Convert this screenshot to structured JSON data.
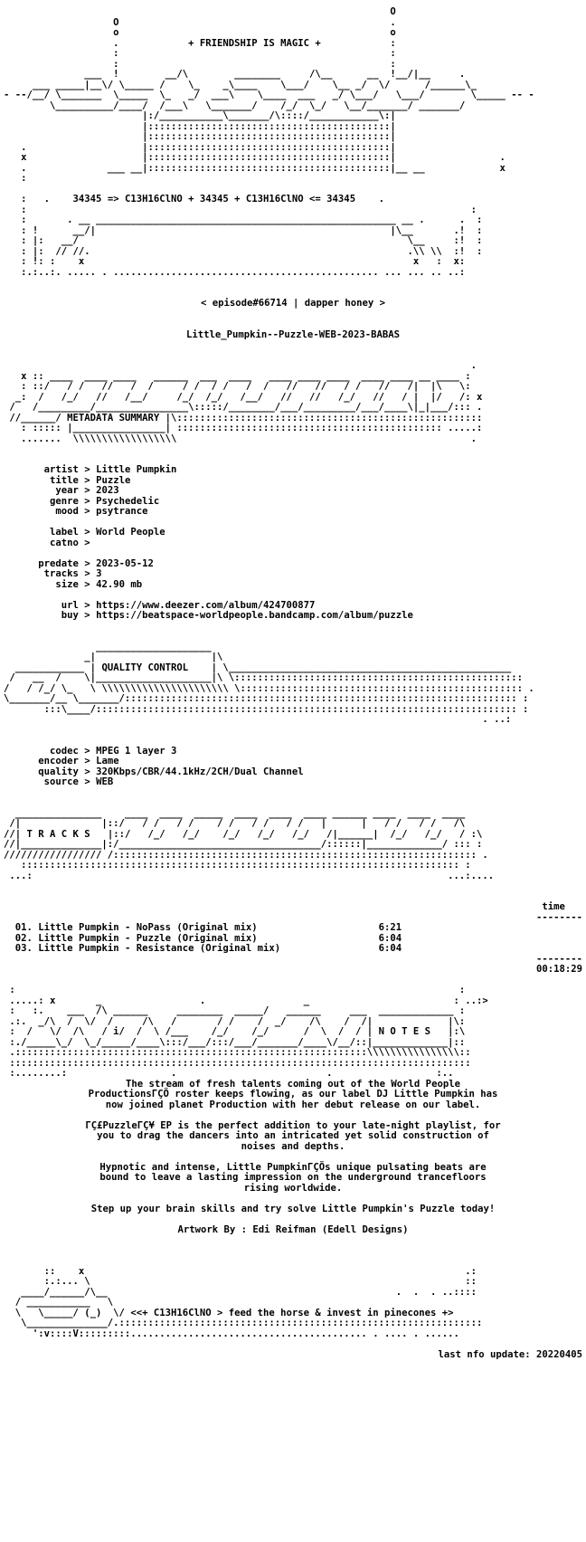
{
  "header": {
    "slogan": "+ FRIENDSHIP IS MAGIC +",
    "formula": "34345 => C13H16ClNO + 34345 + C13H16ClNO <= 34345",
    "episode": "< episode#66714 | dapper honey >",
    "release": "Little_Pumpkin--Puzzle-WEB-2023-BABAS"
  },
  "metadata": {
    "heading": "METADATA SUMMARY",
    "fields": [
      {
        "key": "artist",
        "value": "Little Pumpkin"
      },
      {
        "key": "title",
        "value": "Puzzle"
      },
      {
        "key": "year",
        "value": "2023"
      },
      {
        "key": "genre",
        "value": "Psychedelic"
      },
      {
        "key": "mood",
        "value": "psytrance"
      },
      {
        "key": "label",
        "value": "World People"
      },
      {
        "key": "catno",
        "value": ""
      },
      {
        "key": "predate",
        "value": "2023-05-12"
      },
      {
        "key": "tracks",
        "value": "3"
      },
      {
        "key": "size",
        "value": "42.90 mb"
      },
      {
        "key": "url",
        "value": "https://www.deezer.com/album/424700877"
      },
      {
        "key": "buy",
        "value": "https://beatspace-worldpeople.bandcamp.com/album/puzzle"
      }
    ]
  },
  "quality": {
    "heading": "QUALITY CONTROL",
    "fields": [
      {
        "key": "codec",
        "value": "MPEG 1 layer 3"
      },
      {
        "key": "encoder",
        "value": "Lame"
      },
      {
        "key": "quality",
        "value": "320Kbps/CBR/44.1kHz/2CH/Dual Channel"
      },
      {
        "key": "source",
        "value": "WEB"
      }
    ]
  },
  "tracks": {
    "heading": "T R A C K S",
    "time_header": "time",
    "items": [
      {
        "no": "01.",
        "title": "Little Pumpkin - NoPass (Original mix)",
        "time": "6:21"
      },
      {
        "no": "02.",
        "title": "Little Pumpkin - Puzzle (Original mix)",
        "time": "6:04"
      },
      {
        "no": "03.",
        "title": "Little Pumpkin - Resistance (Original mix)",
        "time": "6:04"
      }
    ],
    "total": "00:18:29"
  },
  "notes": {
    "heading": "N O T E S",
    "paragraphs": [
      [
        "The stream of fresh talents coming out of the World People",
        "ProductionsΓÇÖ roster keeps flowing, as our label DJ Little Pumpkin has",
        "now joined planet Production with her debut release on our label."
      ],
      [
        "ΓÇ£PuzzleΓÇ¥ EP is the perfect addition to your late-night playlist, for",
        "you to drag the dancers into an intricated yet solid construction of",
        "noises and depths."
      ],
      [
        "Hypnotic and intense, Little PumpkinΓÇÖs unique pulsating beats are",
        "bound to leave a lasting impression on the underground trancefloors",
        "rising worldwide."
      ],
      [
        "Step up your brain skills and try solve Little Pumpkin's Puzzle today!"
      ]
    ],
    "artwork": "Artwork By : Edi Reifman (Edell Designs)"
  },
  "footer": {
    "tagline": "<<+ C13H16ClNO > feed the horse & invest in pinecones +>",
    "last_update": "last nfo update: 20220405"
  }
}
